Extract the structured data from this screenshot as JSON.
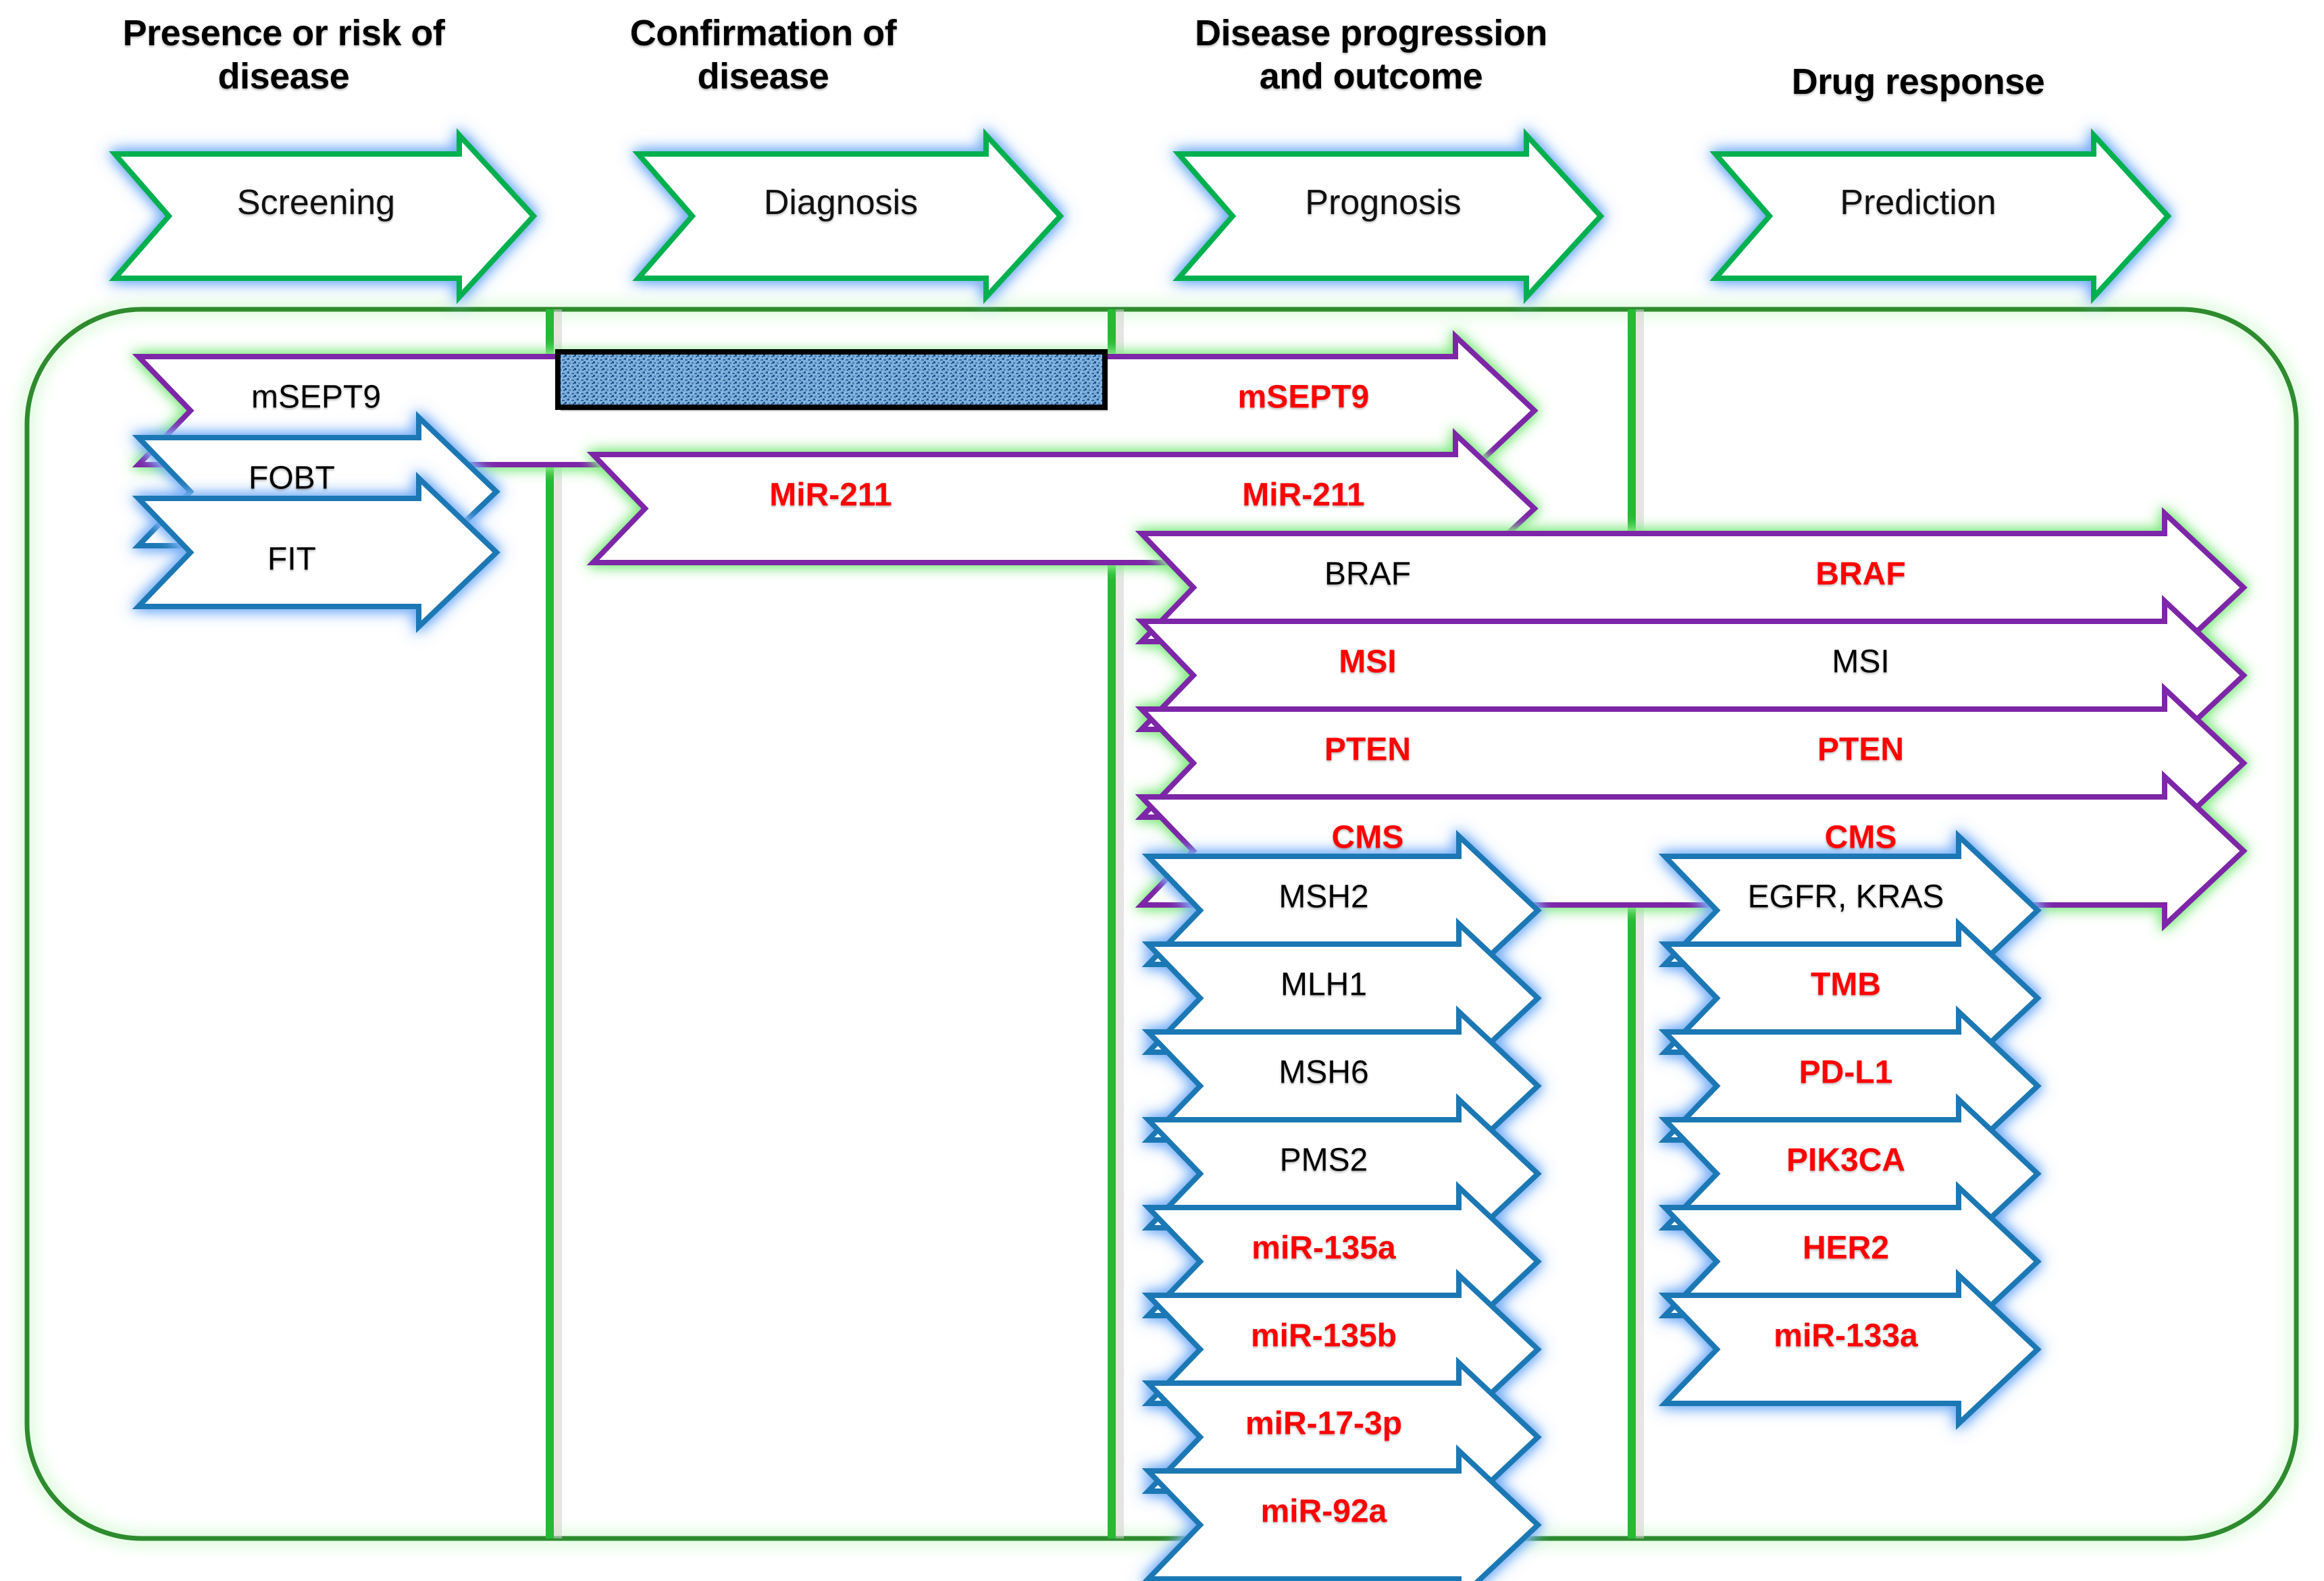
{
  "figure": {
    "title_row": [
      {
        "id": "presence",
        "heading": "Presence or risk of\ndisease",
        "arrow_label": "Screening"
      },
      {
        "id": "confirmation",
        "heading": "Confirmation  of\ndisease",
        "arrow_label": "Diagnosis"
      },
      {
        "id": "progression",
        "heading": "Disease progression\nand outcome",
        "arrow_label": "Prognosis"
      },
      {
        "id": "drug",
        "heading": "Drug response",
        "arrow_label": "Prediction"
      }
    ],
    "columns": [
      "Screening",
      "Diagnosis",
      "Prognosis",
      "Prediction"
    ],
    "colors": {
      "frame_green": "#2e8b2e",
      "frame_glow": "#8ef08e",
      "divider_green": "#22bb33",
      "header_arrow_outline": "#00b050",
      "header_arrow_glow": "#7fb3f0",
      "blue_arrow_outline": "#1f78b4",
      "blue_arrow_glow": "#7fb3f0",
      "purple_arrow_outline": "#7d28a8",
      "purple_arrow_glow": "#8ef08e",
      "highlight_text": "#ff0000",
      "plain_text": "#000000",
      "blue_box_fill": "#6a9fd8",
      "blue_box_border": "#000000"
    },
    "rows": [
      {
        "id": "msept9",
        "style": "purple-green",
        "span": "screening-to-prognosis",
        "labels": [
          {
            "text": "mSEPT9",
            "column": "Screening",
            "emphasis": "plain"
          },
          {
            "text": "mSEPT9",
            "column": "Prognosis",
            "emphasis": "red"
          }
        ]
      },
      {
        "id": "fobt",
        "style": "blue",
        "span": "screening",
        "labels": [
          {
            "text": "FOBT",
            "column": "Screening",
            "emphasis": "plain"
          }
        ]
      },
      {
        "id": "fit",
        "style": "blue",
        "span": "screening",
        "labels": [
          {
            "text": "FIT",
            "column": "Screening",
            "emphasis": "plain"
          }
        ]
      },
      {
        "id": "mir211",
        "style": "purple-green",
        "span": "diagnosis-to-prognosis",
        "labels": [
          {
            "text": "MiR-211",
            "column": "Diagnosis",
            "emphasis": "red"
          },
          {
            "text": "MiR-211",
            "column": "Prognosis",
            "emphasis": "red"
          }
        ]
      },
      {
        "id": "braf",
        "style": "purple-green",
        "span": "prognosis-to-prediction",
        "labels": [
          {
            "text": "BRAF",
            "column": "Prognosis",
            "emphasis": "plain"
          },
          {
            "text": "BRAF",
            "column": "Prediction",
            "emphasis": "red"
          }
        ]
      },
      {
        "id": "msi",
        "style": "purple-green",
        "span": "prognosis-to-prediction",
        "labels": [
          {
            "text": "MSI",
            "column": "Prognosis",
            "emphasis": "red"
          },
          {
            "text": "MSI",
            "column": "Prediction",
            "emphasis": "plain"
          }
        ]
      },
      {
        "id": "pten",
        "style": "purple-green",
        "span": "prognosis-to-prediction",
        "labels": [
          {
            "text": "PTEN",
            "column": "Prognosis",
            "emphasis": "red"
          },
          {
            "text": "PTEN",
            "column": "Prediction",
            "emphasis": "red"
          }
        ]
      },
      {
        "id": "cms",
        "style": "purple-green",
        "span": "prognosis-to-prediction",
        "labels": [
          {
            "text": "CMS",
            "column": "Prognosis",
            "emphasis": "red"
          },
          {
            "text": "CMS",
            "column": "Prediction",
            "emphasis": "red"
          }
        ]
      }
    ],
    "prognosis_list": [
      {
        "text": "MSH2",
        "emphasis": "plain"
      },
      {
        "text": "MLH1",
        "emphasis": "plain"
      },
      {
        "text": "MSH6",
        "emphasis": "plain"
      },
      {
        "text": "PMS2",
        "emphasis": "plain"
      },
      {
        "text": "miR-135a",
        "emphasis": "red"
      },
      {
        "text": "miR-135b",
        "emphasis": "red"
      },
      {
        "text": "miR-17-3p",
        "emphasis": "red"
      },
      {
        "text": "miR-92a",
        "emphasis": "red"
      }
    ],
    "prediction_list": [
      {
        "text": "EGFR, KRAS",
        "emphasis": "plain"
      },
      {
        "text": "TMB",
        "emphasis": "red"
      },
      {
        "text": "PD-L1",
        "emphasis": "red"
      },
      {
        "text": "PIK3CA",
        "emphasis": "red"
      },
      {
        "text": "HER2",
        "emphasis": "red"
      },
      {
        "text": "miR-133a",
        "emphasis": "red"
      }
    ],
    "diagnosis_box": {
      "kind": "textured-blue-rectangle",
      "label": ""
    }
  }
}
